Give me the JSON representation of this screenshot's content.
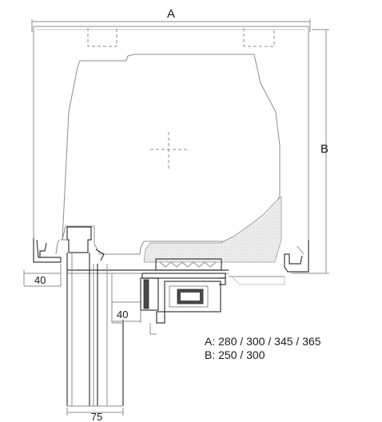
{
  "dimensions": {
    "width_label": "A",
    "height_label": "B",
    "left_ledge": "40",
    "frame_offset": "40",
    "frame_width": "75"
  },
  "specs": {
    "line_a": "A: 280 / 300 / 345 / 365",
    "line_b": "B: 250 / 300"
  }
}
